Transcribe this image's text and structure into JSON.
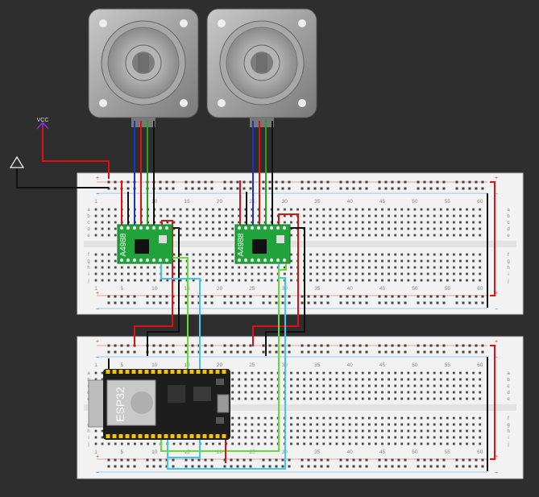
{
  "power": {
    "vcc_label": "VCC",
    "gnd_icon": "ground-triangle-icon"
  },
  "breadboard_top": {
    "column_numbers_top": [
      "1",
      "5",
      "10",
      "15",
      "20",
      "25",
      "30",
      "35",
      "40",
      "45",
      "50",
      "55",
      "60"
    ],
    "column_numbers_bottom": [
      "1",
      "5",
      "10",
      "15",
      "20",
      "25",
      "30",
      "35",
      "40",
      "45",
      "50",
      "55",
      "60"
    ],
    "row_letters_right": [
      "a",
      "b",
      "c",
      "d",
      "e",
      "f",
      "g",
      "h",
      "i",
      "j"
    ],
    "row_letters_left": [
      "a",
      "b",
      "c",
      "d",
      "e",
      "f",
      "g",
      "h",
      "i",
      "j"
    ],
    "rail_plus": "+",
    "rail_minus": "−"
  },
  "breadboard_bottom": {
    "column_numbers_top": [
      "1",
      "5",
      "10",
      "15",
      "20",
      "25",
      "30",
      "35",
      "40",
      "45",
      "50",
      "55",
      "60"
    ],
    "column_numbers_bottom": [
      "1",
      "5",
      "10",
      "15",
      "20",
      "25",
      "30",
      "35",
      "40",
      "45",
      "50",
      "55",
      "60"
    ],
    "row_letters_right": [
      "a",
      "b",
      "c",
      "d",
      "e",
      "f",
      "g",
      "h",
      "i",
      "j"
    ],
    "row_letters_left": [
      "a",
      "b",
      "c",
      "d",
      "e",
      "f",
      "g",
      "h",
      "i",
      "j"
    ],
    "rail_plus": "+",
    "rail_minus": "−"
  },
  "drivers": [
    {
      "label": "A4988"
    },
    {
      "label": "A4988"
    }
  ],
  "esp32": {
    "label": "ESP32"
  },
  "colors": {
    "background": "#2e2e2e",
    "breadboard": "#f2f2f2",
    "driver_board": "#1fa33a",
    "esp_board": "#1d1d1d",
    "pin_header": "#f5c400",
    "wire_red": "#e01010",
    "wire_black": "#111111",
    "wire_blue": "#1a33cc",
    "wire_green": "#2aa020",
    "wire_cyan": "#3cc8f0",
    "wire_lime": "#66dd33",
    "vcc_arrow": "#8a2be2"
  }
}
